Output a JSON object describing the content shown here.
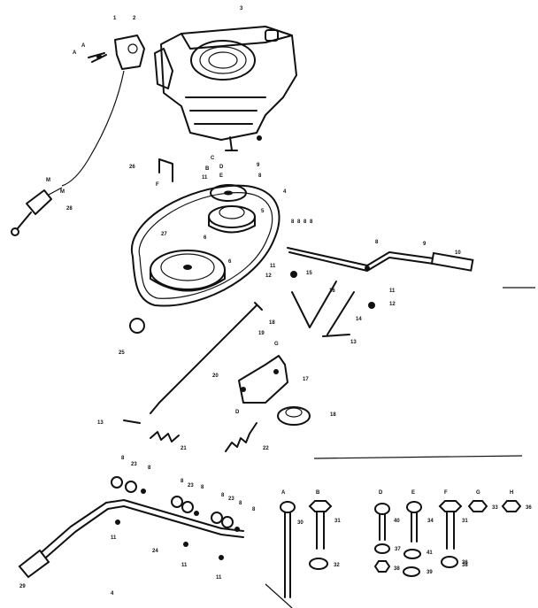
{
  "diagram": {
    "callouts": [
      {
        "text": "1"
      },
      {
        "text": "2"
      },
      {
        "text": "3"
      },
      {
        "text": "A"
      },
      {
        "text": "A"
      },
      {
        "text": "26"
      },
      {
        "text": "C"
      },
      {
        "text": "B"
      },
      {
        "text": "D"
      },
      {
        "text": "9"
      },
      {
        "text": "8"
      },
      {
        "text": "E"
      },
      {
        "text": "F"
      },
      {
        "text": "11"
      },
      {
        "text": "M"
      },
      {
        "text": "M"
      },
      {
        "text": "28"
      },
      {
        "text": "4"
      },
      {
        "text": "5"
      },
      {
        "text": "6"
      },
      {
        "text": "27"
      },
      {
        "text": "6"
      },
      {
        "text": "8"
      },
      {
        "text": "8"
      },
      {
        "text": "8"
      },
      {
        "text": "8"
      },
      {
        "text": "8"
      },
      {
        "text": "9"
      },
      {
        "text": "10"
      },
      {
        "text": "11"
      },
      {
        "text": "12"
      },
      {
        "text": "15"
      },
      {
        "text": "16"
      },
      {
        "text": "11"
      },
      {
        "text": "12"
      },
      {
        "text": "14"
      },
      {
        "text": "13"
      },
      {
        "text": "18"
      },
      {
        "text": "19"
      },
      {
        "text": "25"
      },
      {
        "text": "G"
      },
      {
        "text": "20"
      },
      {
        "text": "17"
      },
      {
        "text": "D"
      },
      {
        "text": "18"
      },
      {
        "text": "13"
      },
      {
        "text": "21"
      },
      {
        "text": "22"
      },
      {
        "text": "8"
      },
      {
        "text": "23"
      },
      {
        "text": "8"
      },
      {
        "text": "8"
      },
      {
        "text": "23"
      },
      {
        "text": "8"
      },
      {
        "text": "8"
      },
      {
        "text": "23"
      },
      {
        "text": "8"
      },
      {
        "text": "8"
      },
      {
        "text": "11"
      },
      {
        "text": "24"
      },
      {
        "text": "11"
      },
      {
        "text": "11"
      },
      {
        "text": "29"
      },
      {
        "text": "A"
      },
      {
        "text": "30"
      },
      {
        "text": "B"
      },
      {
        "text": "31"
      },
      {
        "text": "32"
      },
      {
        "text": "D"
      },
      {
        "text": "40"
      },
      {
        "text": "E"
      },
      {
        "text": "34"
      },
      {
        "text": "37"
      },
      {
        "text": "41"
      },
      {
        "text": "38"
      },
      {
        "text": "39"
      },
      {
        "text": "36"
      },
      {
        "text": "F"
      },
      {
        "text": "31"
      },
      {
        "text": "38"
      },
      {
        "text": "G"
      },
      {
        "text": "33"
      },
      {
        "text": "H"
      },
      {
        "text": "36"
      },
      {
        "text": "4"
      }
    ]
  }
}
